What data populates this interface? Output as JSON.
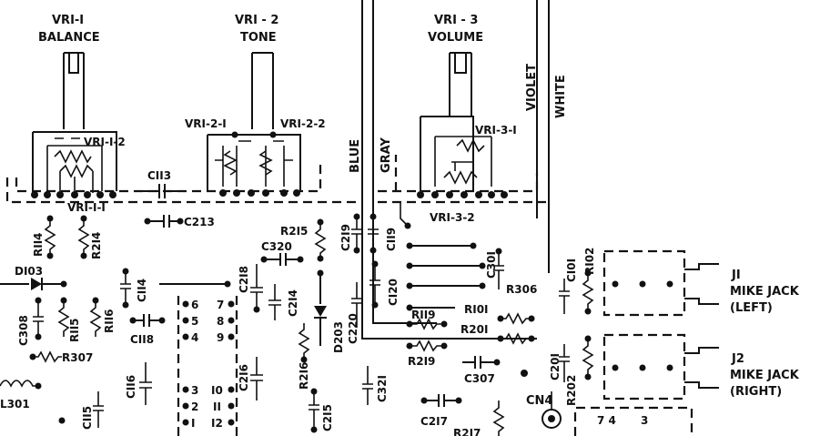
{
  "pots": {
    "vr1_1": {
      "ref": "VRI-I",
      "name": "BALANCE",
      "sub_a": "VRI-I-2",
      "sub_b": "VRI-I-I"
    },
    "vr1_2": {
      "ref": "VRI - 2",
      "name": "TONE",
      "sub_a": "VRI-2-I",
      "sub_b": "VRI-2-2"
    },
    "vr1_3": {
      "ref": "VRI - 3",
      "name": "VOLUME",
      "sub_a": "VRI-3-I",
      "sub_b": "VRI-3-2"
    }
  },
  "wires": [
    "BLUE",
    "GRAY",
    "VIOLET",
    "WHITE"
  ],
  "components": {
    "c113": "CII3",
    "c213": "C213",
    "r114": "RII4",
    "r214": "R2I4",
    "r215": "R2I5",
    "c320": "C320",
    "c219": "C2I9",
    "c119": "CII9",
    "d103": "DI03",
    "c114": "CII4",
    "r116": "RII6",
    "c118": "CII8",
    "c308": "C308",
    "r115": "RII5",
    "r307": "R307",
    "c116": "CII6",
    "l301": "L301",
    "c115": "CII5",
    "c218": "C2I8",
    "c214": "C2I4",
    "r216": "R2I6",
    "d203": "D203",
    "c220": "C220",
    "c215": "C2I5",
    "c216": "C2I6",
    "c321": "C32I",
    "c120": "CI20",
    "c301": "C30I",
    "r306": "R306",
    "r101": "RI0I",
    "r201": "R20I",
    "r119": "RII9",
    "r219": "R2I9",
    "c307": "C307",
    "c101": "CI0I",
    "r102": "RI02",
    "c201": "C20I",
    "r202": "R202",
    "cn4": "CN4",
    "c217": "C2I7",
    "r217": "R2I7"
  },
  "connector": {
    "pins": [
      "6",
      "5",
      "4",
      "3",
      "2",
      "I",
      "7",
      "8",
      "9",
      "I0",
      "II",
      "I2"
    ]
  },
  "jacks": {
    "j1": {
      "ref": "JI",
      "line1": "MIKE JACK",
      "line2": "(LEFT)"
    },
    "j2": {
      "ref": "J2",
      "line1": "MIKE JACK",
      "line2": "(RIGHT)"
    }
  },
  "bottom_pins": [
    "7 4",
    "3"
  ]
}
